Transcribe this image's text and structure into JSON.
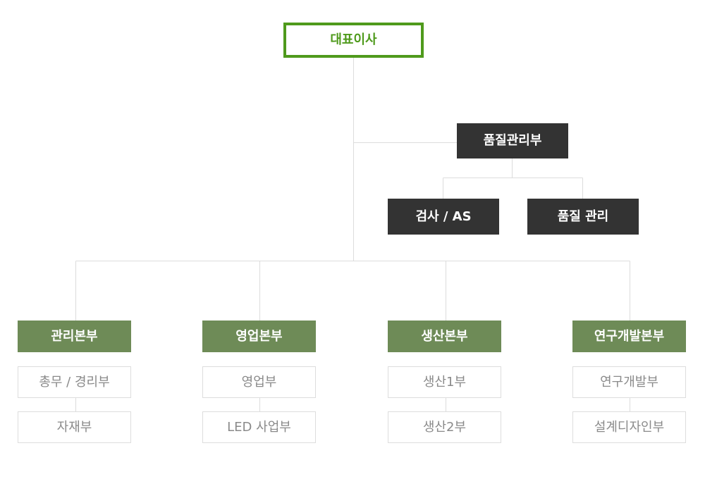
{
  "ceo": {
    "label": "대표이사"
  },
  "quality": {
    "label": "품질관리부",
    "subunits": [
      {
        "label": "검사 / AS"
      },
      {
        "label": "품질 관리"
      }
    ]
  },
  "divisions": [
    {
      "label": "관리본부",
      "teams": [
        {
          "label": "총무 / 경리부"
        },
        {
          "label": "자재부"
        }
      ]
    },
    {
      "label": "영업본부",
      "teams": [
        {
          "label": "영업부"
        },
        {
          "label": "LED 사업부"
        }
      ]
    },
    {
      "label": "생산본부",
      "teams": [
        {
          "label": "생산1부"
        },
        {
          "label": "생산2부"
        }
      ]
    },
    {
      "label": "연구개발본부",
      "teams": [
        {
          "label": "연구개발부"
        },
        {
          "label": "설계디자인부"
        }
      ]
    }
  ],
  "colors": {
    "ceo_accent": "#4f9a1c",
    "dark_box": "#333333",
    "division_box": "#6e8b57",
    "team_text": "#8a8a8a",
    "connector": "#dcdcdc"
  }
}
